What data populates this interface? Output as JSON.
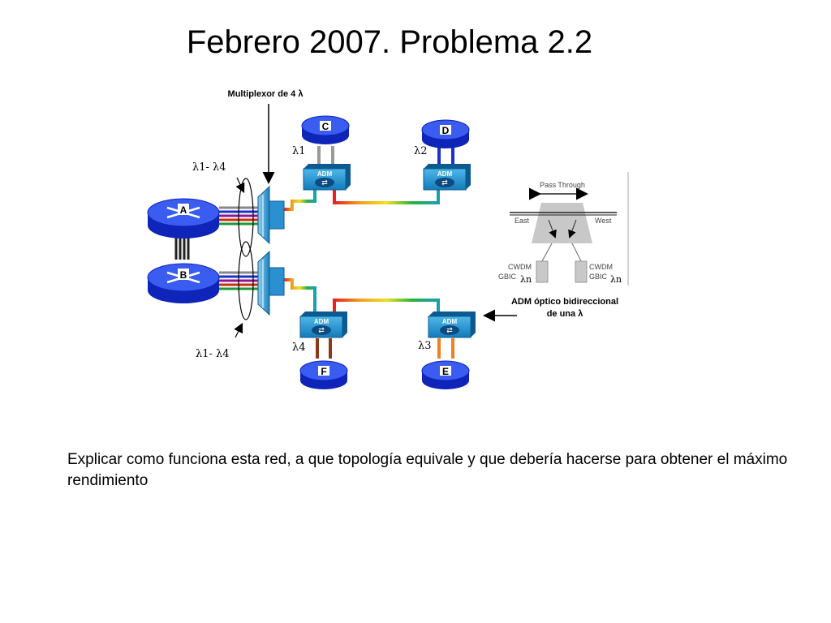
{
  "slide": {
    "title": "Febrero 2007. Problema 2.2",
    "description": "Explicar como funciona esta red, a que topología equivale y que debería hacerse para obtener el máximo rendimiento"
  },
  "diagram": {
    "mux_label": "Multiplexor de 4 λ",
    "lambda_range_top": "λ1- λ4",
    "lambda_range_bottom": "λ1- λ4",
    "routers": {
      "a": "A",
      "b": "B",
      "c": "C",
      "d": "D",
      "e": "E",
      "f": "F"
    },
    "adm_label": "ADM",
    "lambdas": {
      "c": "λ1",
      "d": "λ2",
      "e": "λ3",
      "f": "λ4"
    },
    "inset": {
      "pass_through": "Pass Through",
      "east": "East",
      "west": "West",
      "cwdm": "CWDM",
      "gbic": "GBIC",
      "lambda_n": "λn"
    },
    "adm_caption_1": "ADM óptico bidireccional",
    "adm_caption_2": "de una λ"
  },
  "colors": {
    "router_fill": "#1530d6",
    "router_top": "#3a5cf0",
    "adm_fill": "#1f8fd0",
    "ring_gradient": [
      "#e82020",
      "#f0a020",
      "#f0e020",
      "#2ab040",
      "#1aa0b0"
    ]
  }
}
